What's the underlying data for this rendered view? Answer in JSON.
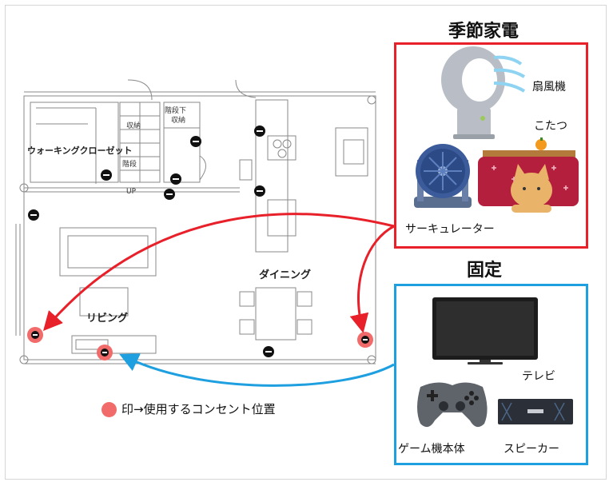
{
  "rooms": {
    "walk_in_closet": "ウォーキングクローゼット",
    "storage": "収納",
    "under_stairs_storage_line1": "階段下",
    "under_stairs_storage_line2": "収納",
    "stairs": "階段",
    "up": "UP",
    "living": "リビング",
    "dining": "ダイニング"
  },
  "categories": {
    "seasonal": {
      "title": "季節家電",
      "items": [
        "扇風機",
        "こたつ",
        "サーキュレーター"
      ]
    },
    "fixed": {
      "title": "固定",
      "items": [
        "テレビ",
        "ゲーム機本体",
        "スピーカー"
      ]
    }
  },
  "legend": {
    "text": "印→使用するコンセント位置"
  },
  "colors": {
    "seasonal": "#e8202a",
    "fixed": "#1e9fe0",
    "used_outlet": "#f26b6b"
  }
}
